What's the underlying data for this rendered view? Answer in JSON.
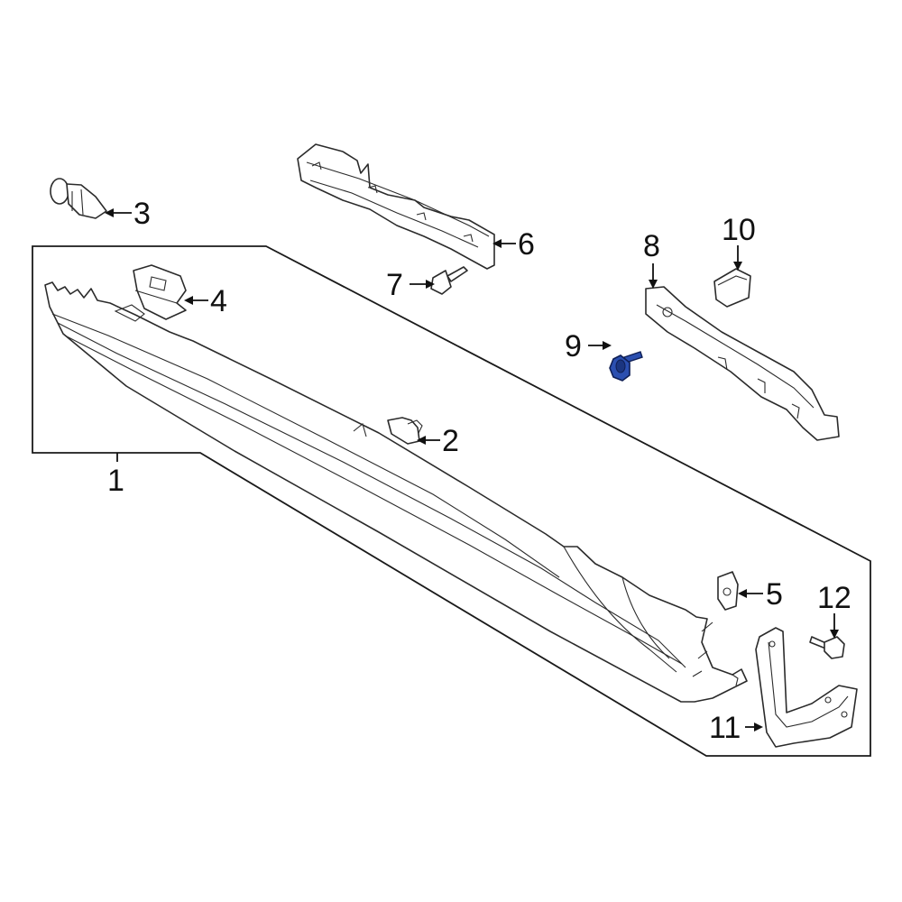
{
  "diagram": {
    "callouts": {
      "c1": "1",
      "c2": "2",
      "c3": "3",
      "c4": "4",
      "c5": "5",
      "c6": "6",
      "c7": "7",
      "c8": "8",
      "c9": "9",
      "c10": "10",
      "c11": "11",
      "c12": "12"
    },
    "highlight_color": "#2b4fb0",
    "line_color": "#2b2b2b"
  }
}
